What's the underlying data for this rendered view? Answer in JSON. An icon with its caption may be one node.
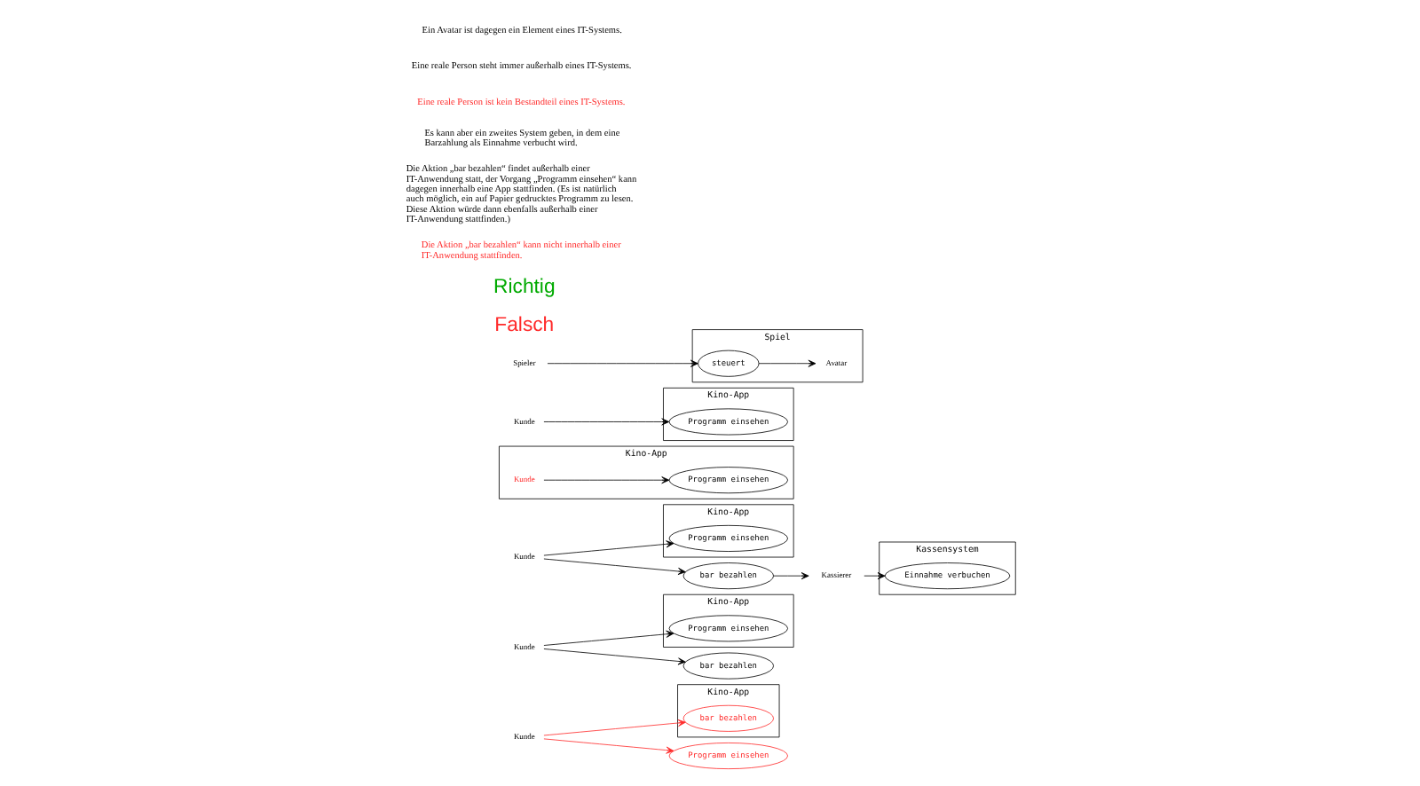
{
  "diagram": {
    "nodes": [
      {
        "text": [
          "Kunde"
        ]
      },
      {
        "text": [
          "Kino-App"
        ]
      },
      {
        "text": [
          "bar bezahlen"
        ],
        "in": 1
      },
      {
        "text": [
          "Programm einsehen"
        ]
      },
      {
        "text": [
          "Kunde"
        ]
      },
      {
        "text": [
          "Kino-App"
        ]
      },
      {
        "text": [
          "Programm einsehen"
        ],
        "in": 5
      },
      {
        "text": [
          "bar bezahlen"
        ]
      },
      {
        "text": [
          "Kunde"
        ]
      },
      {
        "text": [
          "Kino-App"
        ]
      },
      {
        "text": [
          "Programm einsehen"
        ],
        "in": 9
      },
      {
        "text": [
          "bar bezahlen"
        ]
      },
      {
        "text": [
          "Kassierer"
        ]
      },
      {
        "text": [
          "Kassensystem"
        ]
      },
      {
        "text": [
          "Einnahme verbuchen"
        ],
        "in": 13
      },
      {
        "text": [
          "Kino-App"
        ]
      },
      {
        "text": [
          "Kunde"
        ],
        "in": 15
      },
      {
        "text": [
          "Programm einsehen"
        ],
        "in": 15
      },
      {
        "text": [
          "Kunde"
        ]
      },
      {
        "text": [
          "Kino-App"
        ]
      },
      {
        "text": [
          "Programm einsehen"
        ],
        "in": 19
      },
      {
        "text": [
          "Spieler"
        ]
      },
      {
        "text": [
          "Spiel"
        ]
      },
      {
        "text": [
          "steuert"
        ],
        "in": 22
      },
      {
        "text": [
          "Avatar"
        ],
        "in": 22
      }
    ],
    "edges": [
      {
        "from": 0,
        "to": 2,
        "arrow": "to",
        "color": "#ff2a2a"
      },
      {
        "from": 0,
        "to": 3,
        "arrow": "to",
        "color": "#ff2a2a"
      },
      {
        "from": 4,
        "to": 6,
        "arrow": "to"
      },
      {
        "from": 4,
        "to": 7,
        "arrow": "to"
      },
      {
        "from": 8,
        "to": 10,
        "arrow": "to"
      },
      {
        "from": 8,
        "to": 11,
        "arrow": "to"
      },
      {
        "from": 11,
        "to": 12,
        "arrow": "to"
      },
      {
        "from": 12,
        "to": 14,
        "arrow": "to"
      },
      {
        "from": 16,
        "to": 17,
        "arrow": "to"
      },
      {
        "from": 18,
        "to": 20,
        "arrow": "to"
      },
      {
        "from": 21,
        "to": 23,
        "arrow": "to"
      },
      {
        "from": 23,
        "to": 24,
        "arrow": "to"
      }
    ],
    "labels": [
      "Falsch",
      "Richtig",
      "Die Aktion „bar bezahlen“ kann nicht innerhalb einer IT-Anwendung stattfinden.",
      "Die Aktion „bar bezahlen“ findet außerhalb einer IT-Anwendung statt, der Vorgang „Programm einsehen“ kann dagegen innerhalb eine App stattfinden. (Es ist natürlich auch möglich, ein auf Papier gedrucktes Programm zu lesen. Diese Aktion würde dann ebenfalls außerhalb einer IT-Anwendung stattfinden.)",
      "Es kann aber ein zweites System geben, in dem eine Barzahlung als Einnahme verbucht wird.",
      "Eine reale Person ist kein Bestandteil eines IT-Systems.",
      "Eine reale Person steht immer außerhalb eines IT-Systems.",
      "Ein Avatar ist dagegen ein Element eines IT-Systems."
    ]
  }
}
